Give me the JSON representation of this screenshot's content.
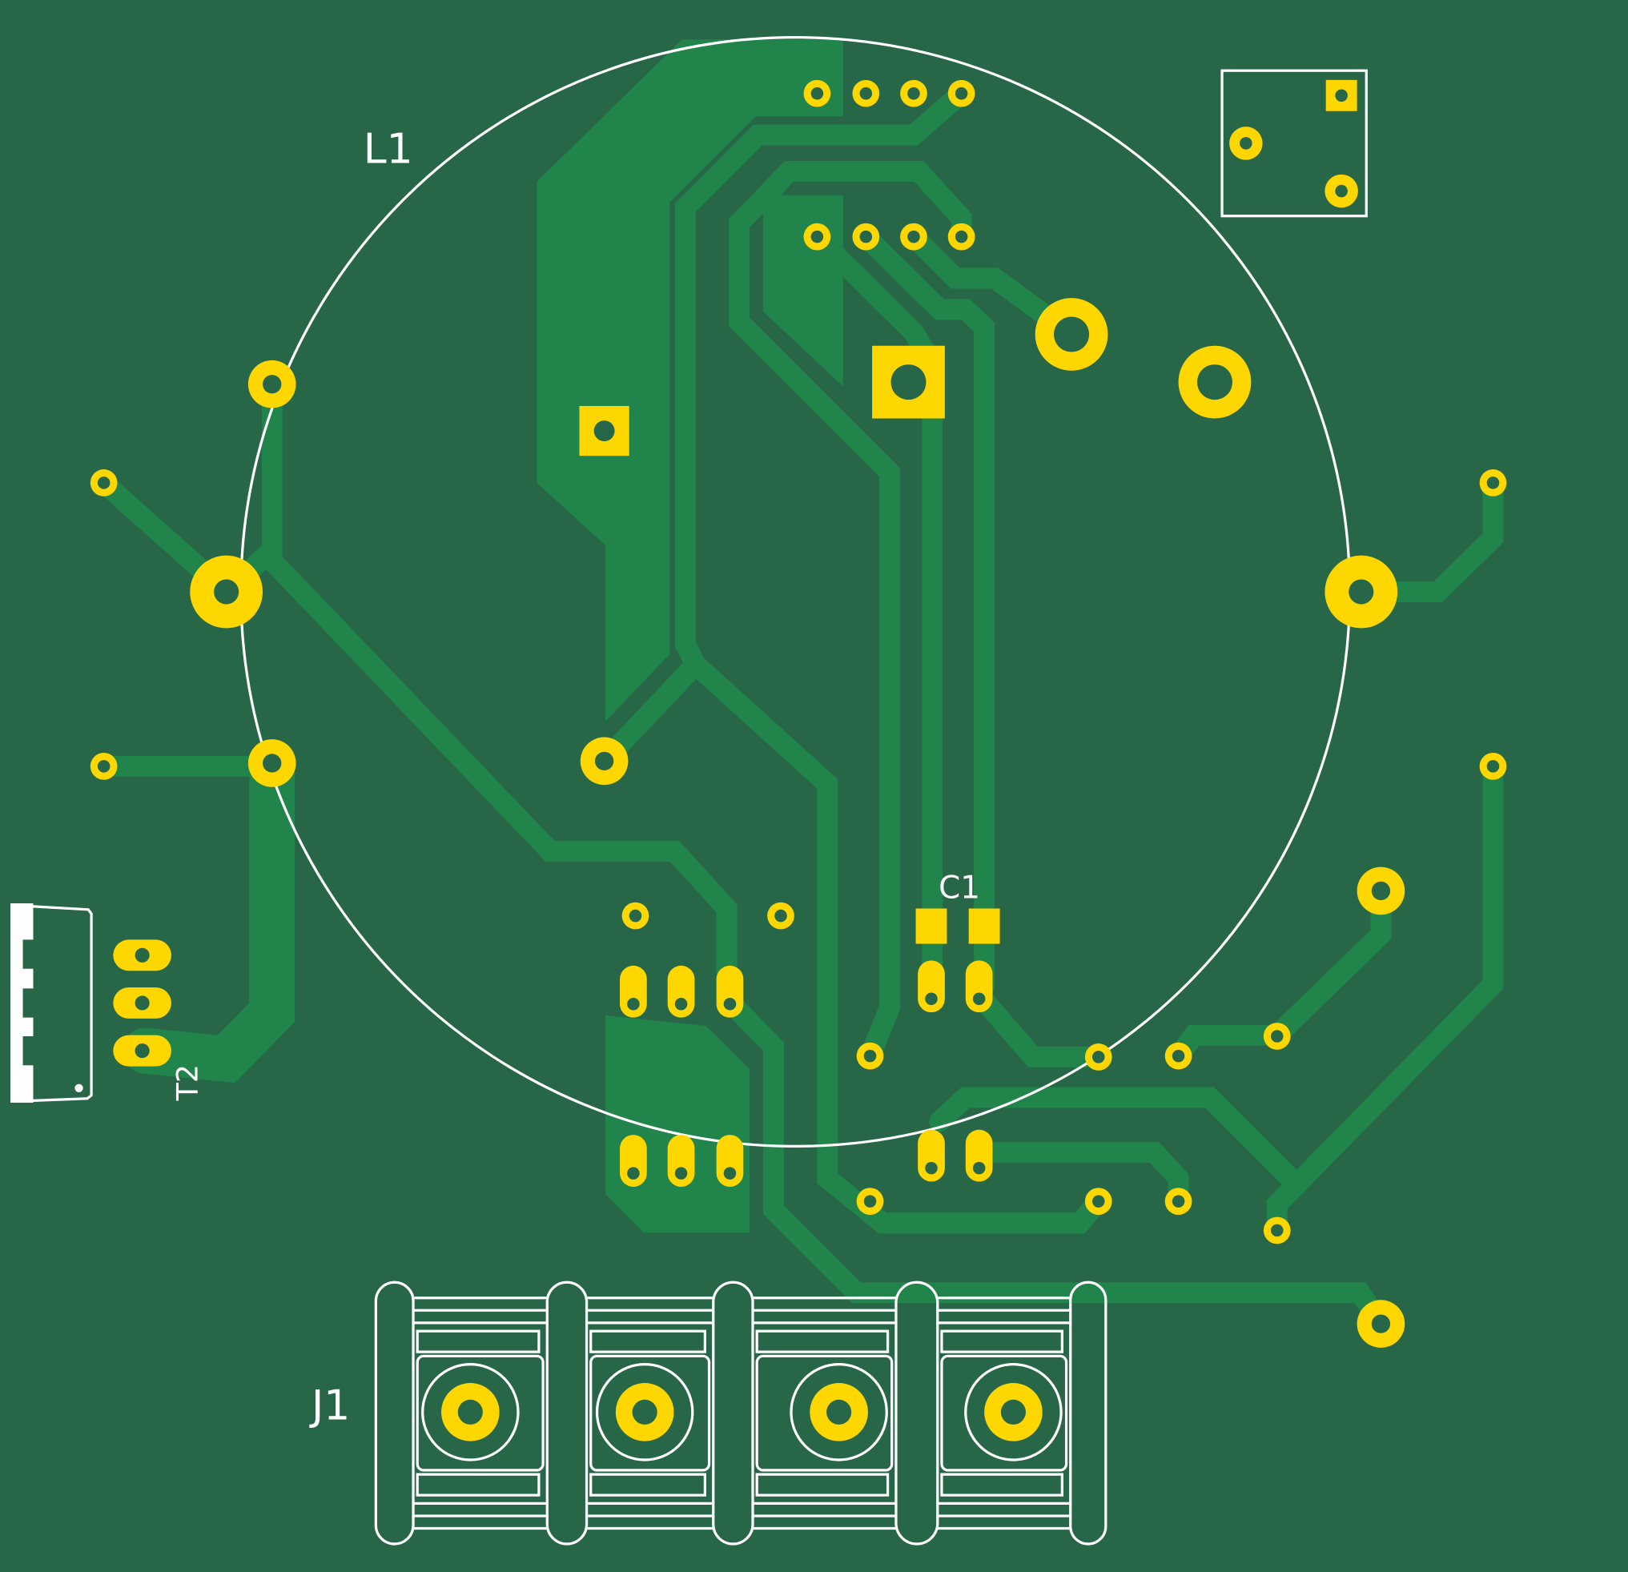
{
  "board": {
    "title": "PCB layout",
    "colors": {
      "substrate": "#276747",
      "copper": "#21844a",
      "pad": "#ffd700",
      "silkscreen": "#ffffff"
    }
  },
  "designators": {
    "l1": "L1",
    "c1": "C1",
    "t2": "T2",
    "j1": "J1"
  }
}
